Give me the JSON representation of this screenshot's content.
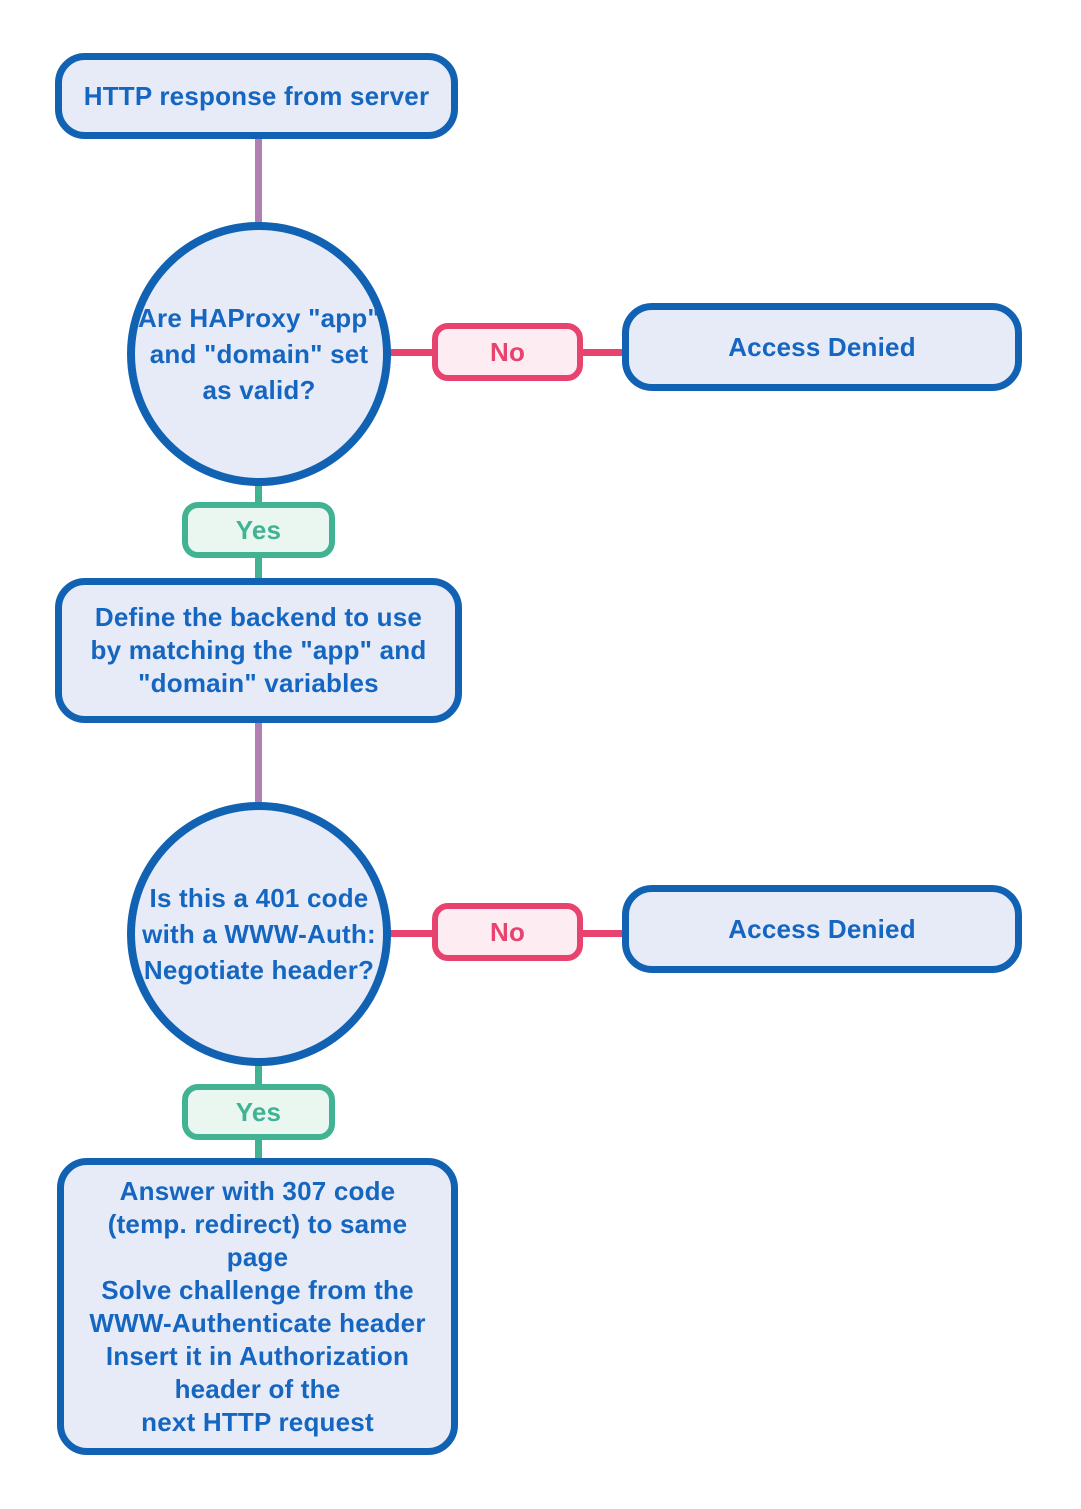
{
  "colors": {
    "blue_border": "#1262b4",
    "blue_fill": "#e6ebf7",
    "blue_text": "#1566c1",
    "pink_border": "#e8436f",
    "pink_fill": "#fdedf2",
    "green_border": "#41b392",
    "green_fill": "#eaf7f1",
    "purple_connector": "#b27fb2"
  },
  "flowchart": {
    "start": {
      "label": "HTTP response from server"
    },
    "decision_app_domain": {
      "label": "Are HAProxy \"app\"\nand \"domain\" set\nas valid?"
    },
    "no_1": {
      "label": "No"
    },
    "access_denied_1": {
      "label": "Access Denied"
    },
    "yes_1": {
      "label": "Yes"
    },
    "process_define_backend": {
      "label": "Define the backend to use\nby matching the \"app\" and\n\"domain\" variables"
    },
    "decision_401": {
      "label": "Is this a 401 code\nwith a WWW-Auth:\nNegotiate header?"
    },
    "no_2": {
      "label": "No"
    },
    "access_denied_2": {
      "label": "Access Denied"
    },
    "yes_2": {
      "label": "Yes"
    },
    "process_answer_307": {
      "label": "Answer with 307 code\n(temp. redirect) to same\npage\nSolve challenge from the\nWWW-Authenticate header\nInsert it in Authorization\nheader of the\nnext HTTP request"
    }
  }
}
